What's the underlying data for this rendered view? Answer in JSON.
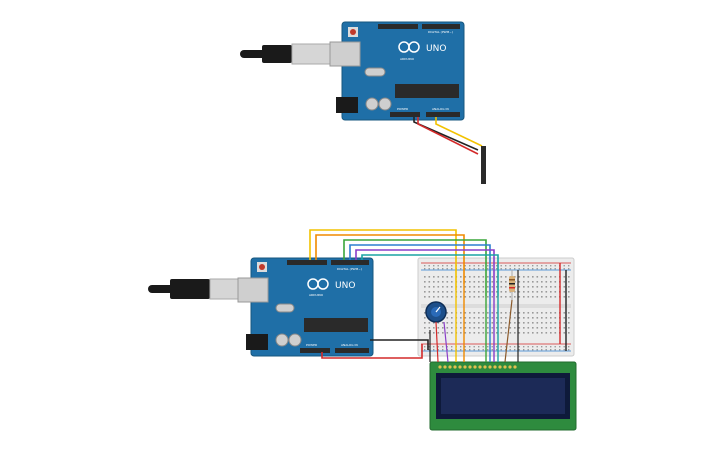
{
  "scene": {
    "background": "#ffffff",
    "colors": {
      "board": "#1f6fa7",
      "board_dark": "#17577f",
      "header": "#2a2a2a",
      "usb_plug": "#1a1a1a",
      "usb_metal": "#d6d6d6",
      "breadboard": "#ececec",
      "lcd_pcb": "#2e8b3e",
      "lcd_screen": "#1c2a57",
      "pot_body": "#1d4f8a",
      "wire_red": "#d42a2a",
      "wire_black": "#222222",
      "wire_yellow": "#f2c200",
      "wire_orange": "#f08a00",
      "wire_green": "#3aa63a",
      "wire_blue": "#2d7fd1",
      "wire_purple": "#8a3ec9",
      "wire_teal": "#1aa3a3",
      "wire_brown": "#8b5a2b"
    }
  },
  "boards": [
    {
      "id": "arduino-top",
      "label": "UNO",
      "brand": "ARDUINO",
      "digital_label": "DIGITAL (PWM~)",
      "analog_label": "ANALOG IN",
      "power_label": "POWER"
    },
    {
      "id": "arduino-bottom",
      "label": "UNO",
      "brand": "ARDUINO",
      "digital_label": "DIGITAL (PWM~)",
      "analog_label": "ANALOG IN",
      "power_label": "POWER"
    }
  ],
  "components": {
    "breadboard": {
      "name": "breadboard"
    },
    "lcd": {
      "name": "lcd-16x2",
      "pin_count": 16
    },
    "potentiometer": {
      "name": "potentiometer"
    },
    "resistor": {
      "name": "resistor"
    },
    "header": {
      "name": "pin-header",
      "pins": 8
    }
  }
}
